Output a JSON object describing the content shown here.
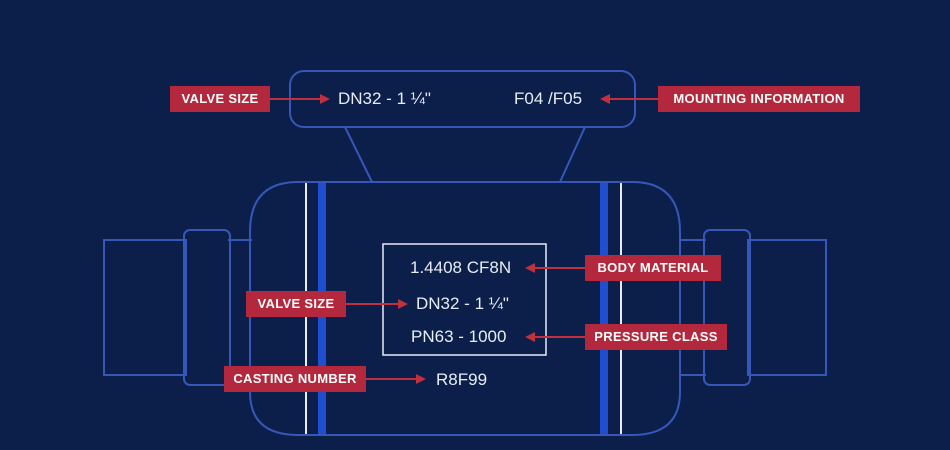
{
  "colors": {
    "background": "#0b1f4a",
    "outline": "#3657b8",
    "stripe_blue": "#1f4fd0",
    "stripe_white": "#e8ecf4",
    "label_fill": "#b3283c",
    "arrow": "#c0303f",
    "text": "#e8ecf4"
  },
  "top_plate": {
    "size_label": "VALVE SIZE",
    "size_value": "DN32 - 1 ¼\"",
    "mounting_value": "F04 /F05",
    "mounting_label": "MOUNTING INFORMATION"
  },
  "body": {
    "material_value": "1.4408 CF8N",
    "material_label": "BODY MATERIAL",
    "size_label": "VALVE SIZE",
    "size_value": "DN32 - 1 ¼\"",
    "pressure_value": "PN63 - 1000",
    "pressure_label": "PRESSURE CLASS",
    "casting_label": "CASTING NUMBER",
    "casting_value": "R8F99"
  }
}
